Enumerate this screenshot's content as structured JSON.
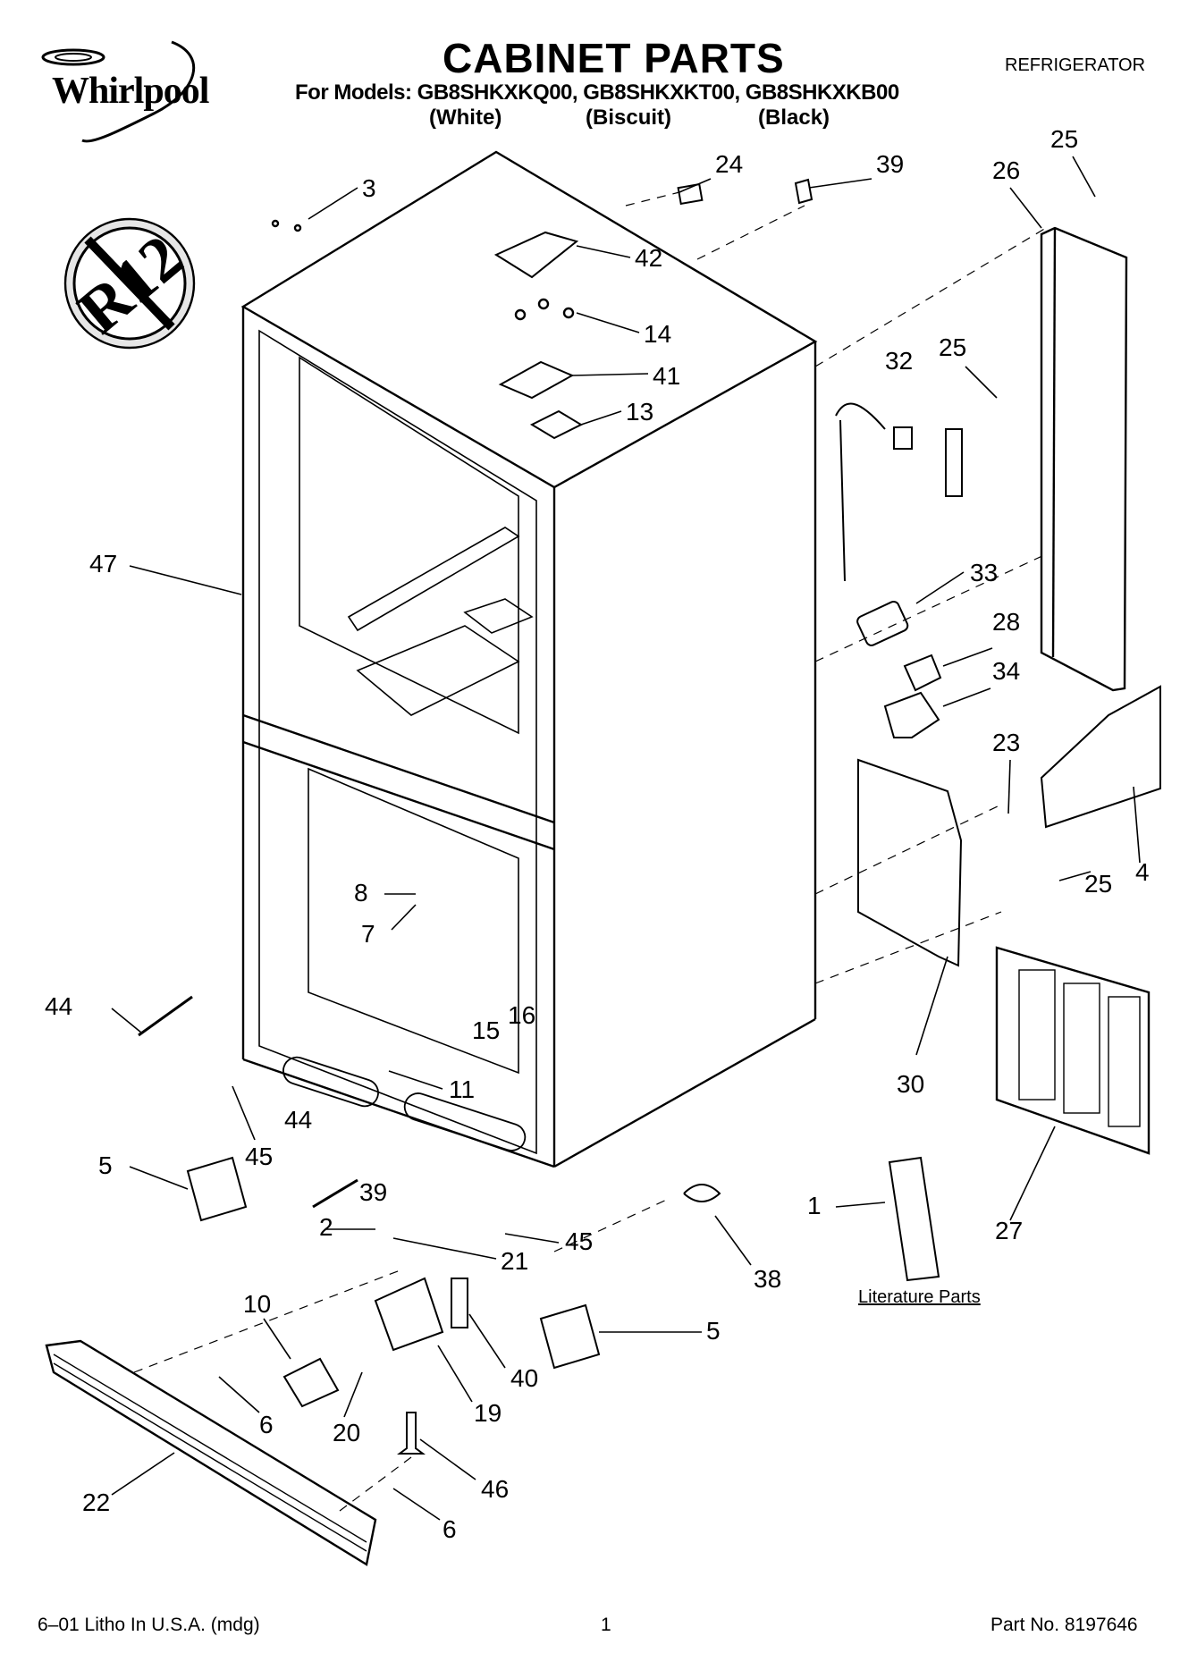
{
  "header": {
    "brand": "Whirlpool",
    "title": "CABINET PARTS",
    "category": "REFRIGERATOR",
    "models_line": "For Models: GB8SHKXKQ00, GB8SHKXKT00, GB8SHKXKB00",
    "colors": [
      "(White)",
      "(Biscuit)",
      "(Black)"
    ]
  },
  "badge": {
    "text": "R12"
  },
  "literature_label": "Literature Parts",
  "callouts": [
    "3",
    "24",
    "39",
    "25",
    "26",
    "42",
    "14",
    "41",
    "13",
    "32",
    "25",
    "47",
    "33",
    "28",
    "34",
    "23",
    "4",
    "25",
    "8",
    "7",
    "16",
    "15",
    "44",
    "11",
    "30",
    "27",
    "45",
    "5",
    "44",
    "39",
    "2",
    "21",
    "45",
    "38",
    "1",
    "10",
    "40",
    "5",
    "6",
    "20",
    "19",
    "46",
    "22",
    "6"
  ],
  "footer": {
    "left": "6–01 Litho In U.S.A. (mdg)",
    "center": "1",
    "right": "Part No. 8197646"
  }
}
